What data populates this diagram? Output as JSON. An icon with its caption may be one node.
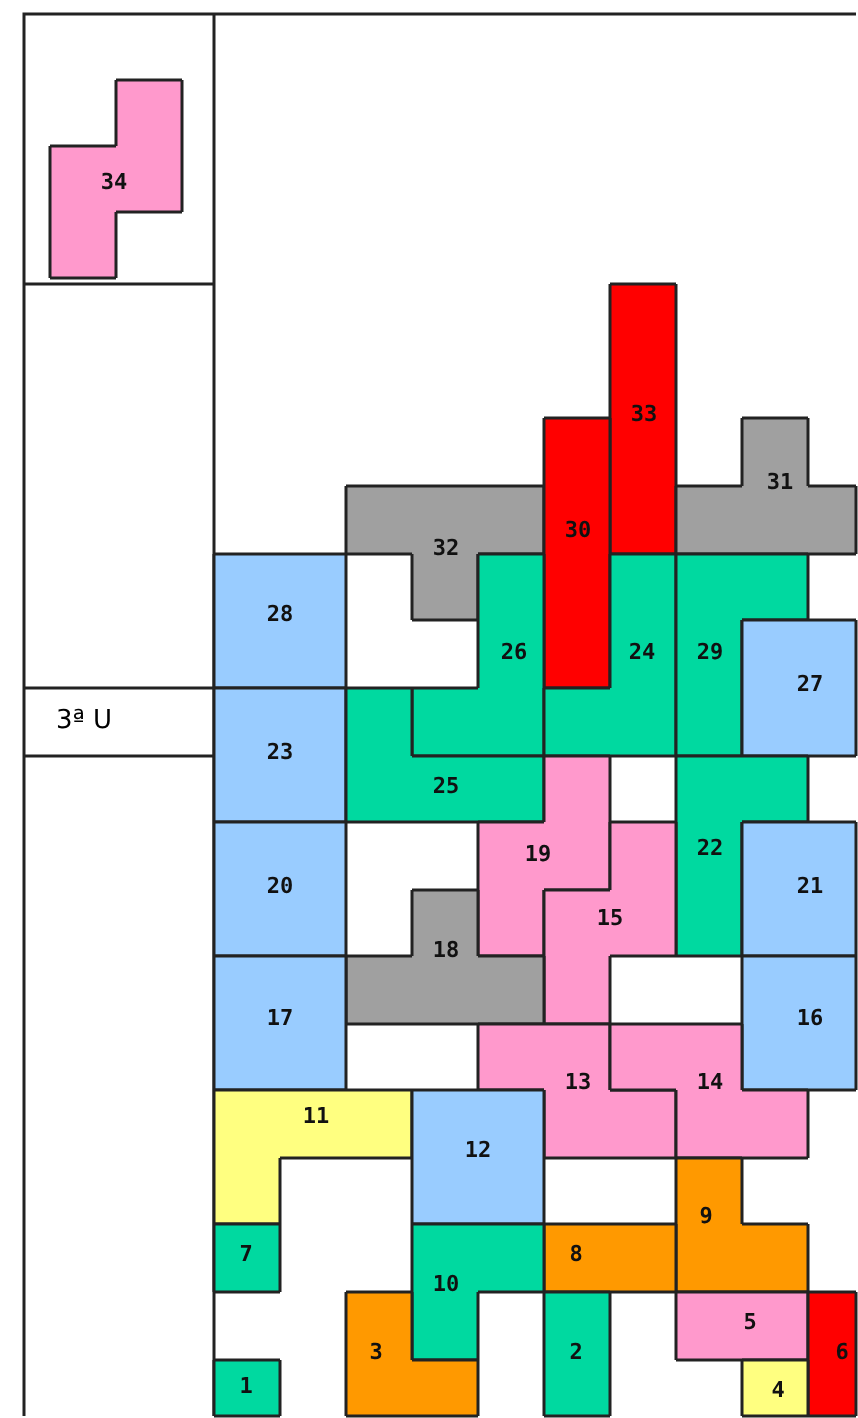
{
  "diagram": {
    "nodes": [
      {
        "text": [
          "34"
        ]
      },
      {
        "text": [
          "33"
        ]
      },
      {
        "text": [
          "31"
        ]
      },
      {
        "text": [
          "32"
        ]
      },
      {
        "text": [
          "30"
        ]
      },
      {
        "text": [
          "28"
        ]
      },
      {
        "text": [
          "26"
        ]
      },
      {
        "text": [
          "24"
        ]
      },
      {
        "text": [
          "29"
        ]
      },
      {
        "text": [
          "27"
        ]
      },
      {
        "text": [
          "3ª U"
        ]
      },
      {
        "text": [
          "23"
        ]
      },
      {
        "text": [
          "25"
        ]
      },
      {
        "text": [
          "19"
        ]
      },
      {
        "text": [
          "22"
        ]
      },
      {
        "text": [
          "20"
        ]
      },
      {
        "text": [
          "21"
        ]
      },
      {
        "text": [
          "15"
        ]
      },
      {
        "text": [
          "18"
        ]
      },
      {
        "text": [
          "17"
        ]
      },
      {
        "text": [
          "16"
        ]
      },
      {
        "text": [
          "13"
        ]
      },
      {
        "text": [
          "14"
        ]
      },
      {
        "text": [
          "11"
        ]
      },
      {
        "text": [
          "12"
        ]
      },
      {
        "text": [
          "9"
        ]
      },
      {
        "text": [
          "7"
        ]
      },
      {
        "text": [
          "8"
        ]
      },
      {
        "text": [
          "10"
        ]
      },
      {
        "text": [
          "5"
        ]
      },
      {
        "text": [
          "3"
        ]
      },
      {
        "text": [
          "2"
        ]
      },
      {
        "text": [
          "6"
        ]
      },
      {
        "text": [
          "4"
        ]
      },
      {
        "text": [
          "1"
        ]
      }
    ]
  }
}
